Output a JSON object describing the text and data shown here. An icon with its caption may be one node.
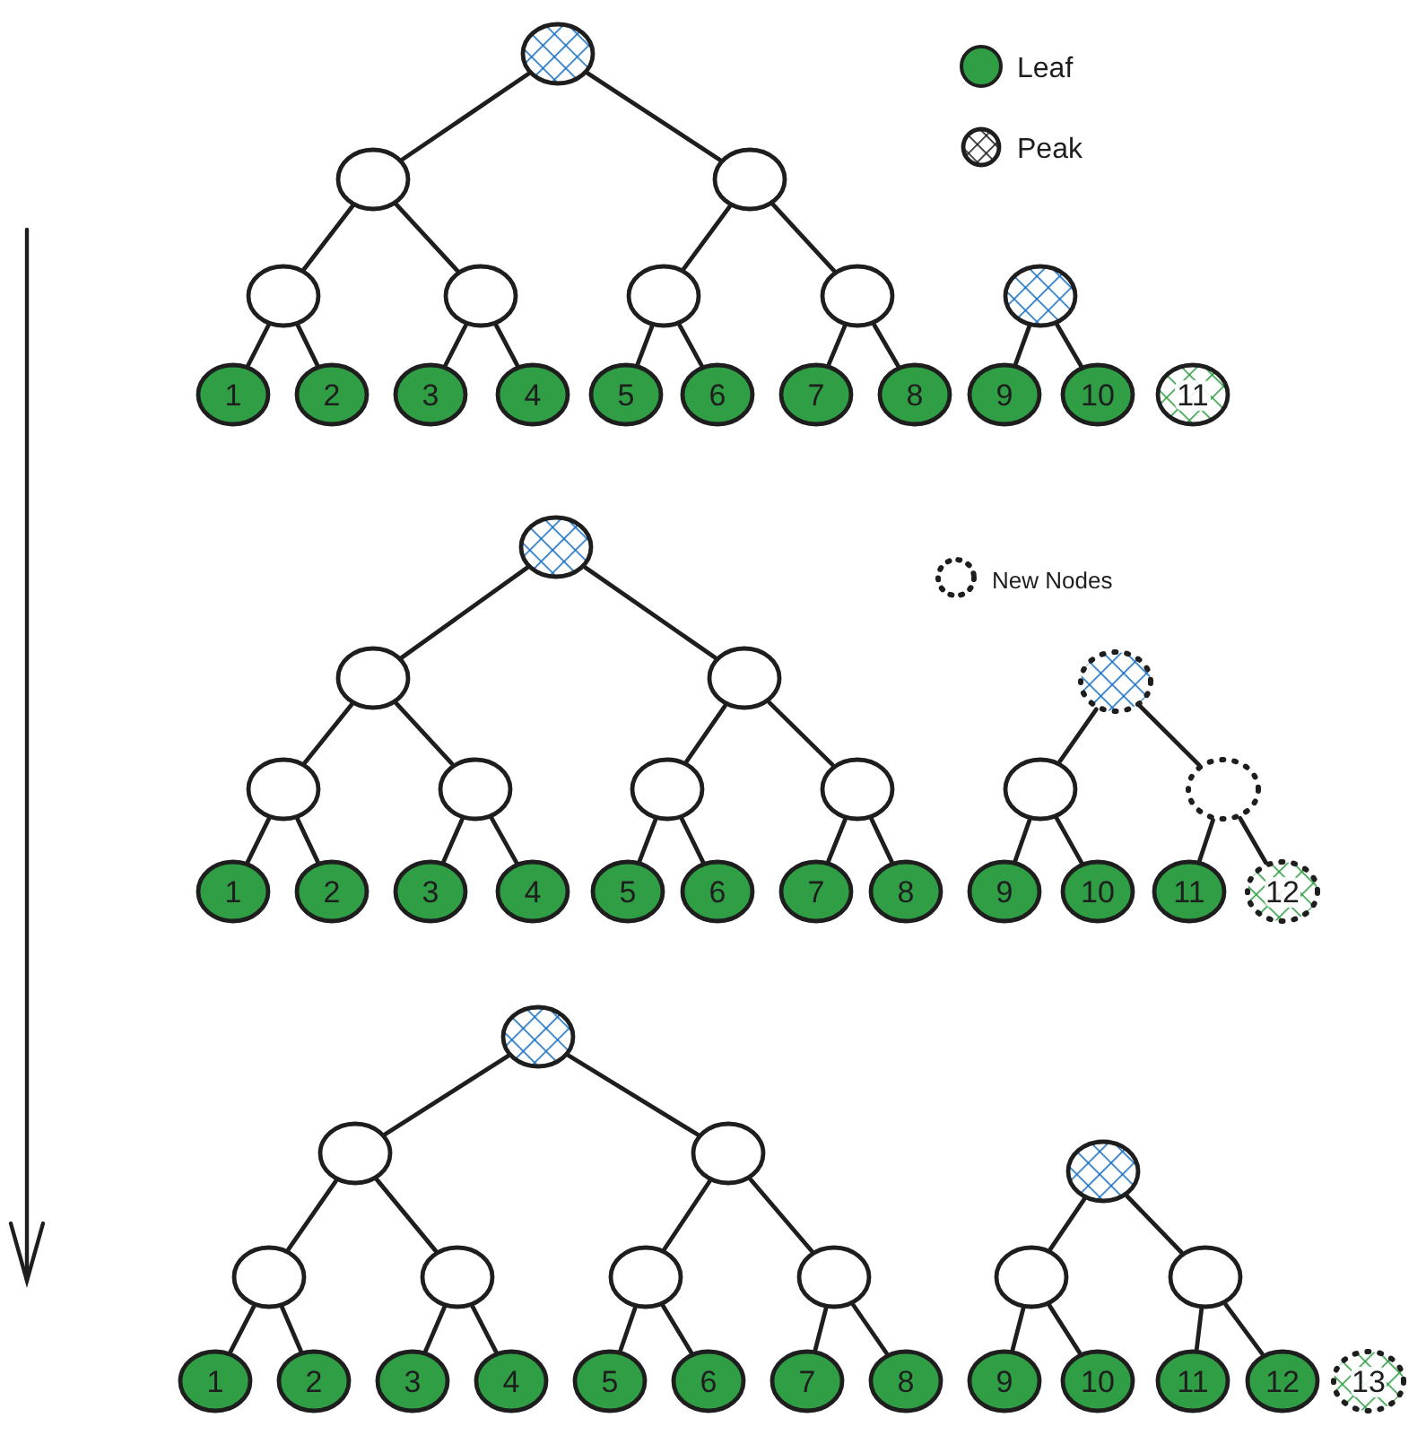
{
  "diagram": {
    "nodes": [
      {
        "text": [],
        "shape": "circle"
      },
      {
        "text": [],
        "shape": "circle"
      },
      {
        "text": [],
        "shape": "circle"
      },
      {
        "text": [],
        "shape": "circle"
      },
      {
        "text": [],
        "shape": "circle"
      },
      {
        "text": [],
        "shape": "circle"
      },
      {
        "text": [],
        "shape": "circle"
      },
      {
        "text": [],
        "shape": "circle"
      },
      {
        "text": [
          "1"
        ]
      },
      {
        "text": [
          "2"
        ]
      },
      {
        "text": [
          "3"
        ]
      },
      {
        "text": [
          "4"
        ]
      },
      {
        "text": [
          "5"
        ]
      },
      {
        "text": [
          "6"
        ]
      },
      {
        "text": [
          "7"
        ]
      },
      {
        "text": [
          "8"
        ]
      },
      {
        "text": [
          "9"
        ]
      },
      {
        "text": [
          "10"
        ]
      },
      {
        "text": [
          "11"
        ]
      },
      {
        "text": [],
        "shape": "circle"
      },
      {
        "text": [],
        "shape": "circle"
      },
      {
        "text": [],
        "shape": "circle"
      },
      {
        "text": [],
        "shape": "circle"
      },
      {
        "text": [],
        "shape": "circle"
      },
      {
        "text": [],
        "shape": "circle"
      },
      {
        "text": [],
        "shape": "circle"
      },
      {
        "text": [],
        "shape": "circle"
      },
      {
        "text": [],
        "shape": "circle"
      },
      {
        "text": [],
        "shape": "circle"
      },
      {
        "text": [
          "1"
        ]
      },
      {
        "text": [
          "2"
        ]
      },
      {
        "text": [
          "3"
        ]
      },
      {
        "text": [
          "4"
        ]
      },
      {
        "text": [
          "5"
        ]
      },
      {
        "text": [
          "6"
        ]
      },
      {
        "text": [
          "7"
        ]
      },
      {
        "text": [
          "8"
        ]
      },
      {
        "text": [
          "9"
        ]
      },
      {
        "text": [
          "10"
        ]
      },
      {
        "text": [
          "11"
        ]
      },
      {
        "text": [
          "12"
        ]
      },
      {
        "text": [],
        "shape": "circle"
      },
      {
        "text": [],
        "shape": "circle"
      },
      {
        "text": [],
        "shape": "circle"
      },
      {
        "text": [],
        "shape": "circle"
      },
      {
        "text": [],
        "shape": "circle"
      },
      {
        "text": [],
        "shape": "circle"
      },
      {
        "text": [],
        "shape": "circle"
      },
      {
        "text": [],
        "shape": "circle"
      },
      {
        "text": [],
        "shape": "circle"
      },
      {
        "text": [],
        "shape": "circle"
      },
      {
        "text": [
          "1"
        ]
      },
      {
        "text": [
          "2"
        ]
      },
      {
        "text": [
          "3"
        ]
      },
      {
        "text": [
          "4"
        ]
      },
      {
        "text": [
          "5"
        ]
      },
      {
        "text": [
          "6"
        ]
      },
      {
        "text": [
          "7"
        ]
      },
      {
        "text": [
          "8"
        ]
      },
      {
        "text": [
          "9"
        ]
      },
      {
        "text": [
          "10"
        ]
      },
      {
        "text": [
          "11"
        ]
      },
      {
        "text": [
          "12"
        ]
      },
      {
        "text": [
          "13"
        ]
      }
    ],
    "edges": [
      {
        "from": 0,
        "to": 1,
        "arrow": "none"
      },
      {
        "from": 0,
        "to": 2,
        "arrow": "none"
      },
      {
        "from": 1,
        "to": 3,
        "arrow": "none"
      },
      {
        "from": 1,
        "to": 4,
        "arrow": "none"
      },
      {
        "from": 2,
        "to": 5,
        "arrow": "none"
      },
      {
        "from": 2,
        "to": 6,
        "arrow": "none"
      },
      {
        "from": 3,
        "to": 8,
        "arrow": "none"
      },
      {
        "from": 3,
        "to": 9,
        "arrow": "none"
      },
      {
        "from": 4,
        "to": 10,
        "arrow": "none"
      },
      {
        "from": 4,
        "to": 11,
        "arrow": "none"
      },
      {
        "from": 5,
        "to": 12,
        "arrow": "none"
      },
      {
        "from": 5,
        "to": 13,
        "arrow": "none"
      },
      {
        "from": 6,
        "to": 14,
        "arrow": "none"
      },
      {
        "from": 6,
        "to": 15,
        "arrow": "none"
      },
      {
        "from": 7,
        "to": 16,
        "arrow": "none"
      },
      {
        "from": 7,
        "to": 17,
        "arrow": "none"
      },
      {
        "from": 19,
        "to": 20,
        "arrow": "none"
      },
      {
        "from": 19,
        "to": 21,
        "arrow": "none"
      },
      {
        "from": 20,
        "to": 23,
        "arrow": "none"
      },
      {
        "from": 20,
        "to": 24,
        "arrow": "none"
      },
      {
        "from": 21,
        "to": 25,
        "arrow": "none"
      },
      {
        "from": 21,
        "to": 26,
        "arrow": "none"
      },
      {
        "from": 22,
        "to": 27,
        "arrow": "none"
      },
      {
        "from": 22,
        "to": 28,
        "arrow": "none"
      },
      {
        "from": 23,
        "to": 29,
        "arrow": "none"
      },
      {
        "from": 23,
        "to": 30,
        "arrow": "none"
      },
      {
        "from": 24,
        "to": 31,
        "arrow": "none"
      },
      {
        "from": 24,
        "to": 32,
        "arrow": "none"
      },
      {
        "from": 25,
        "to": 33,
        "arrow": "none"
      },
      {
        "from": 25,
        "to": 34,
        "arrow": "none"
      },
      {
        "from": 26,
        "to": 35,
        "arrow": "none"
      },
      {
        "from": 26,
        "to": 36,
        "arrow": "none"
      },
      {
        "from": 27,
        "to": 37,
        "arrow": "none"
      },
      {
        "from": 27,
        "to": 38,
        "arrow": "none"
      },
      {
        "from": 28,
        "to": 39,
        "arrow": "none"
      },
      {
        "from": 28,
        "to": 40,
        "arrow": "none"
      },
      {
        "from": 41,
        "to": 42,
        "arrow": "none"
      },
      {
        "from": 41,
        "to": 43,
        "arrow": "none"
      },
      {
        "from": 42,
        "to": 45,
        "arrow": "none"
      },
      {
        "from": 42,
        "to": 46,
        "arrow": "none"
      },
      {
        "from": 43,
        "to": 47,
        "arrow": "none"
      },
      {
        "from": 43,
        "to": 48,
        "arrow": "none"
      },
      {
        "from": 44,
        "to": 49,
        "arrow": "none"
      },
      {
        "from": 44,
        "to": 50,
        "arrow": "none"
      },
      {
        "from": 45,
        "to": 51,
        "arrow": "none"
      },
      {
        "from": 45,
        "to": 52,
        "arrow": "none"
      },
      {
        "from": 46,
        "to": 53,
        "arrow": "none"
      },
      {
        "from": 46,
        "to": 54,
        "arrow": "none"
      },
      {
        "from": 47,
        "to": 55,
        "arrow": "none"
      },
      {
        "from": 47,
        "to": 56,
        "arrow": "none"
      },
      {
        "from": 48,
        "to": 57,
        "arrow": "none"
      },
      {
        "from": 48,
        "to": 58,
        "arrow": "none"
      },
      {
        "from": 49,
        "to": 59,
        "arrow": "none"
      },
      {
        "from": 49,
        "to": 60,
        "arrow": "none"
      },
      {
        "from": 50,
        "to": 61,
        "arrow": "none"
      },
      {
        "from": 50,
        "to": 62,
        "arrow": "none"
      }
    ],
    "legend": [
      {
        "text": "Leaf",
        "color": "#2f9e44"
      },
      {
        "text": "Peak"
      },
      {
        "text": "New Nodes"
      }
    ]
  }
}
